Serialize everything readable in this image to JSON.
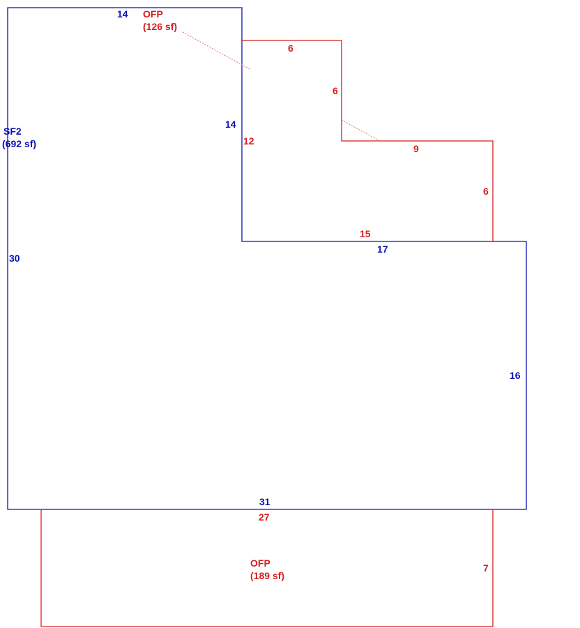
{
  "colors": {
    "living": "#0a12b4",
    "porch": "#d61f1f",
    "leader": "#e07070",
    "background": "#ffffff"
  },
  "areas": [
    {
      "code": "SF2",
      "area_text": "(692 sf)",
      "color": "living"
    },
    {
      "code": "OFP",
      "area_text": "(126 sf)",
      "color": "porch"
    },
    {
      "code": "OFP",
      "area_text": "(189 sf)",
      "color": "porch"
    }
  ],
  "dimensions": {
    "sf2_top": "14",
    "sf2_inner_left": "14",
    "sf2_left": "30",
    "sf2_step": "17",
    "sf2_right": "16",
    "sf2_bottom": "31",
    "ofp1_top": "6",
    "ofp1_step_right": "6",
    "ofp1_left": "12",
    "ofp1_step_top": "9",
    "ofp1_right": "6",
    "ofp1_bottom": "15",
    "ofp2_top": "27",
    "ofp2_right": "7"
  }
}
